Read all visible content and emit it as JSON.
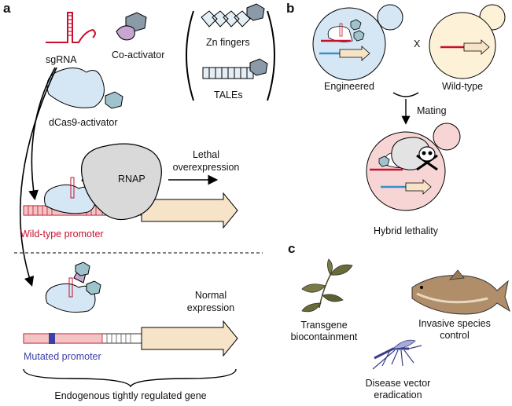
{
  "panels": {
    "a": {
      "letter": "a",
      "components": {
        "sgrna": "sgRNA",
        "coactivator": "Co-activator",
        "zn_fingers": "Zn fingers",
        "tales": "TALEs",
        "dcas9_activator": "dCas9-activator"
      },
      "rnap": "RNAP",
      "lethal_line1": "Lethal",
      "lethal_line2": "overexpression",
      "wildtype_promoter": "Wild-type promoter",
      "normal_line1": "Normal",
      "normal_line2": "expression",
      "mutated_promoter": "Mutated promoter",
      "endogenous_gene": "Endogenous tightly regulated gene"
    },
    "b": {
      "letter": "b",
      "engineered": "Engineered",
      "cross_symbol": "X",
      "wildtype": "Wild-type",
      "mating": "Mating",
      "hybrid_lethality": "Hybrid lethality"
    },
    "c": {
      "letter": "c",
      "transgene_line1": "Transgene",
      "transgene_line2": "biocontainment",
      "invasive_line1": "Invasive species",
      "invasive_line2": "control",
      "vector_line1": "Disease vector",
      "vector_line2": "eradication"
    }
  },
  "colors": {
    "promoter_red": "#c8102e",
    "mutation_blue": "#3b3fa8",
    "gene_arrow": "#f7e3c8",
    "protein_teal": "#9fc3cc",
    "protein_purple": "#c7a6cf",
    "engineered_cell": "#d5e6f4",
    "wildtype_cell": "#fdf1d8",
    "hybrid_cell": "#f8d5d5"
  }
}
